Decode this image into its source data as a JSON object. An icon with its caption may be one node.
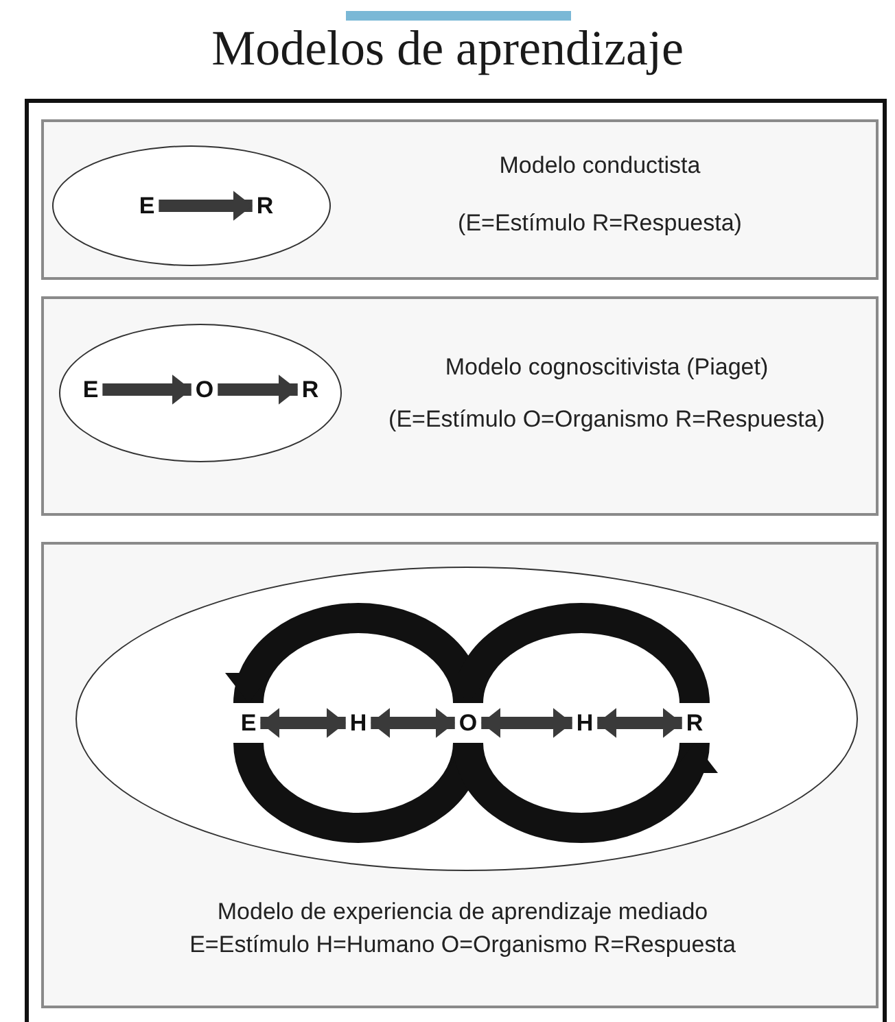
{
  "diagram": {
    "title": "Modelos de aprendizaje",
    "nodes": [
      {
        "text": [
          "Modelo conductista",
          "(E=Estímulo R=Respuesta)"
        ]
      },
      {
        "text": [],
        "shape": "ellipse",
        "in": 0
      },
      {
        "text": [
          "E"
        ],
        "in": 1
      },
      {
        "text": [
          "R"
        ],
        "in": 1
      },
      {
        "text": [
          "Modelo cognoscitivista (Piaget)",
          "(E=Estímulo O=Organismo R=Respuesta)"
        ]
      },
      {
        "text": [],
        "shape": "ellipse",
        "in": 4
      },
      {
        "text": [
          "E"
        ],
        "in": 5
      },
      {
        "text": [
          "O"
        ],
        "in": 5
      },
      {
        "text": [
          "R"
        ],
        "in": 5
      },
      {
        "text": [
          "Modelo de experiencia de aprendizaje mediado",
          "E=Estímulo H=Humano O=Organismo R=Respuesta"
        ]
      },
      {
        "text": [],
        "shape": "ellipse",
        "in": 9
      },
      {
        "text": [
          "E"
        ],
        "in": 10
      },
      {
        "text": [
          "H"
        ],
        "in": 10
      },
      {
        "text": [
          "O"
        ],
        "in": 10
      },
      {
        "text": [
          "H"
        ],
        "in": 10
      },
      {
        "text": [
          "R"
        ],
        "in": 10
      }
    ],
    "edges": [
      {
        "from": 2,
        "to": 3,
        "arrow": "to"
      },
      {
        "from": 6,
        "to": 7,
        "arrow": "to"
      },
      {
        "from": 7,
        "to": 8,
        "arrow": "to"
      },
      {
        "from": 11,
        "to": 12,
        "arrow": "both"
      },
      {
        "from": 12,
        "to": 13,
        "arrow": "both"
      },
      {
        "from": 13,
        "to": 14,
        "arrow": "both"
      },
      {
        "from": 14,
        "to": 15,
        "arrow": "both"
      },
      {
        "from": 13,
        "to": 11,
        "arrow": "to",
        "style": "thick",
        "color": "#111111"
      },
      {
        "from": 11,
        "to": 13,
        "arrow": "to",
        "style": "thick",
        "color": "#111111"
      },
      {
        "from": 15,
        "to": 13,
        "arrow": "to",
        "style": "thick",
        "color": "#111111"
      },
      {
        "from": 13,
        "to": 15,
        "arrow": "to",
        "style": "thick",
        "color": "#111111"
      }
    ]
  }
}
